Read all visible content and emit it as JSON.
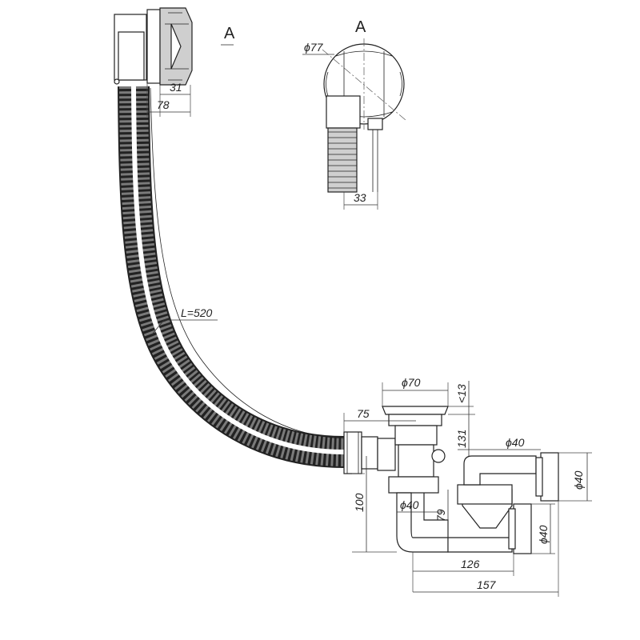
{
  "view_label_section": "A",
  "view_label_detail": "A",
  "dims": {
    "d31": "31",
    "d78": "78",
    "d77": "ϕ77",
    "d33": "33",
    "hose_length": "L=520",
    "d70": "ϕ70",
    "d13": "<13",
    "d75": "75",
    "d131": "131",
    "d40_top": "ϕ40",
    "d40_right": "ϕ40",
    "d100": "100",
    "d40_mid": "ϕ40",
    "d79": "79",
    "d40_low": "ϕ40",
    "d126": "126",
    "d157": "157"
  },
  "colors": {
    "line": "#222222",
    "fill": "#ffffff",
    "shade": "#cfcfcf",
    "hose_dark": "#6a6a6a"
  }
}
